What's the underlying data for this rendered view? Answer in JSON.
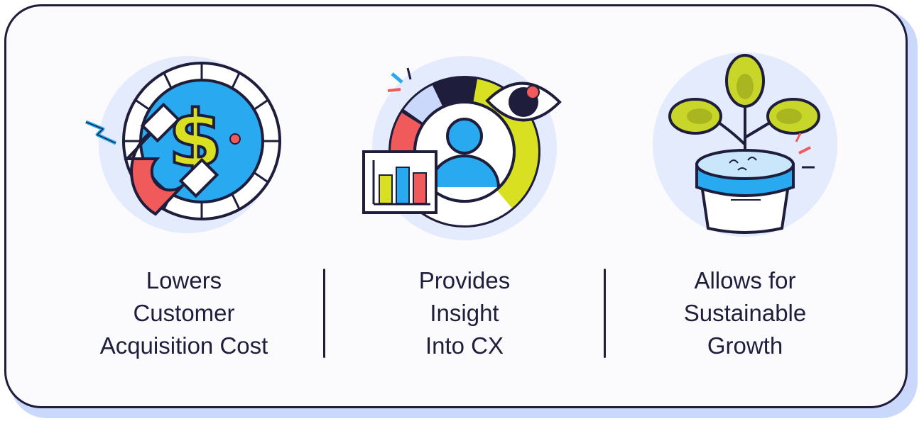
{
  "features": [
    {
      "lines": [
        "Lowers",
        "Customer",
        "Acquisition Cost"
      ],
      "icon": "magnet-dollar-icon"
    },
    {
      "lines": [
        "Provides",
        "Insight",
        "Into CX"
      ],
      "icon": "customer-insight-icon"
    },
    {
      "lines": [
        "Allows for",
        "Sustainable",
        "Growth"
      ],
      "icon": "potted-plant-icon"
    }
  ],
  "colors": {
    "outline": "#1e1d3c",
    "halo": "#e3ebfd",
    "blue": "#29a9ef",
    "red": "#f05a5a",
    "yellow": "#d9e021",
    "leaf": "#c8d62a",
    "shadow": "#c9d8fb"
  }
}
